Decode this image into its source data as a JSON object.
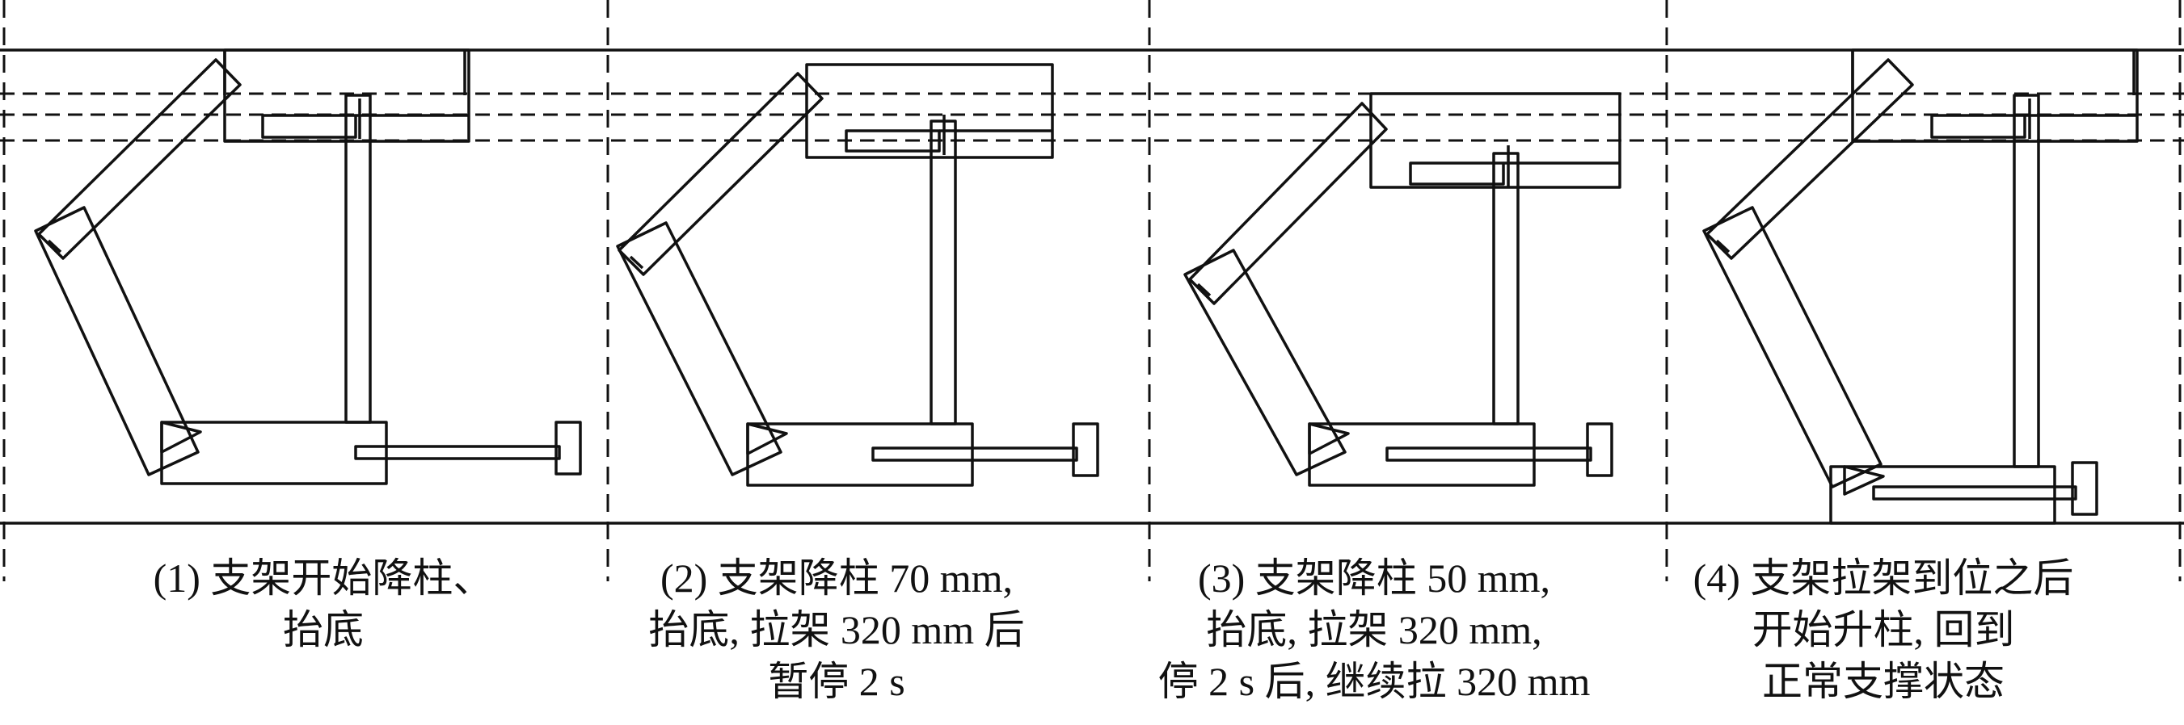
{
  "panels": [
    {
      "id": "1",
      "caption_lines": [
        "(1) 支架开始降柱、",
        "抬底"
      ]
    },
    {
      "id": "2",
      "caption_lines": [
        "(2) 支架降柱 70 mm,",
        "抬底, 拉架 320 mm 后",
        "暂停 2 s"
      ]
    },
    {
      "id": "3",
      "caption_lines": [
        "(3) 支架降柱 50 mm,",
        "抬底, 拉架 320 mm,",
        "停 2 s 后, 继续拉 320 mm"
      ]
    },
    {
      "id": "4",
      "caption_lines": [
        "(4) 支架拉架到位之后",
        "开始升柱, 回到",
        "正常支撑状态"
      ]
    }
  ],
  "colors": {
    "line": "#111111",
    "background": "#ffffff"
  }
}
